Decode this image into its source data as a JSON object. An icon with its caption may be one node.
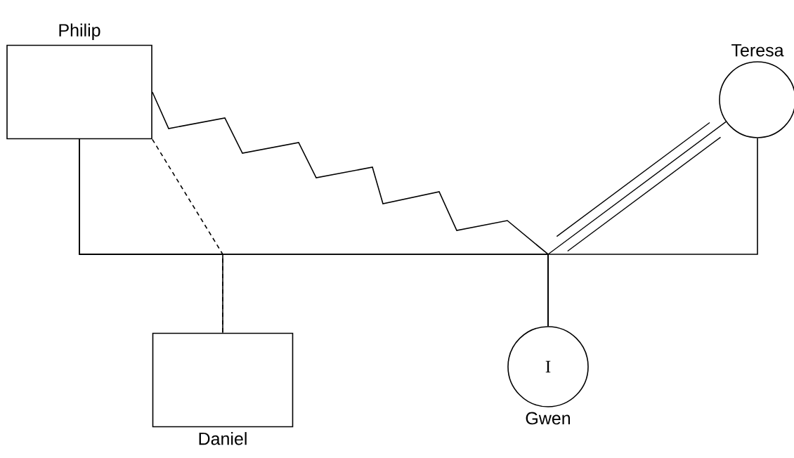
{
  "diagram": {
    "nodes": [
      {
        "text": [
          "Philip"
        ]
      },
      {
        "text": [
          "Teresa"
        ]
      },
      {
        "text": [
          "Daniel"
        ]
      },
      {
        "text": [
          "I",
          "Gwen"
        ]
      }
    ],
    "edges": [
      {
        "from": 0,
        "to": 1,
        "arrow": "none"
      },
      {
        "from": 0,
        "to": 2,
        "arrow": "none"
      },
      {
        "from": 0,
        "to": 3,
        "arrow": "none"
      },
      {
        "from": 0,
        "to": 2,
        "arrow": "none",
        "style": "dashed"
      },
      {
        "from": 0,
        "to": 3,
        "arrow": "none"
      },
      {
        "from": 1,
        "to": 3,
        "arrow": "none"
      }
    ]
  }
}
